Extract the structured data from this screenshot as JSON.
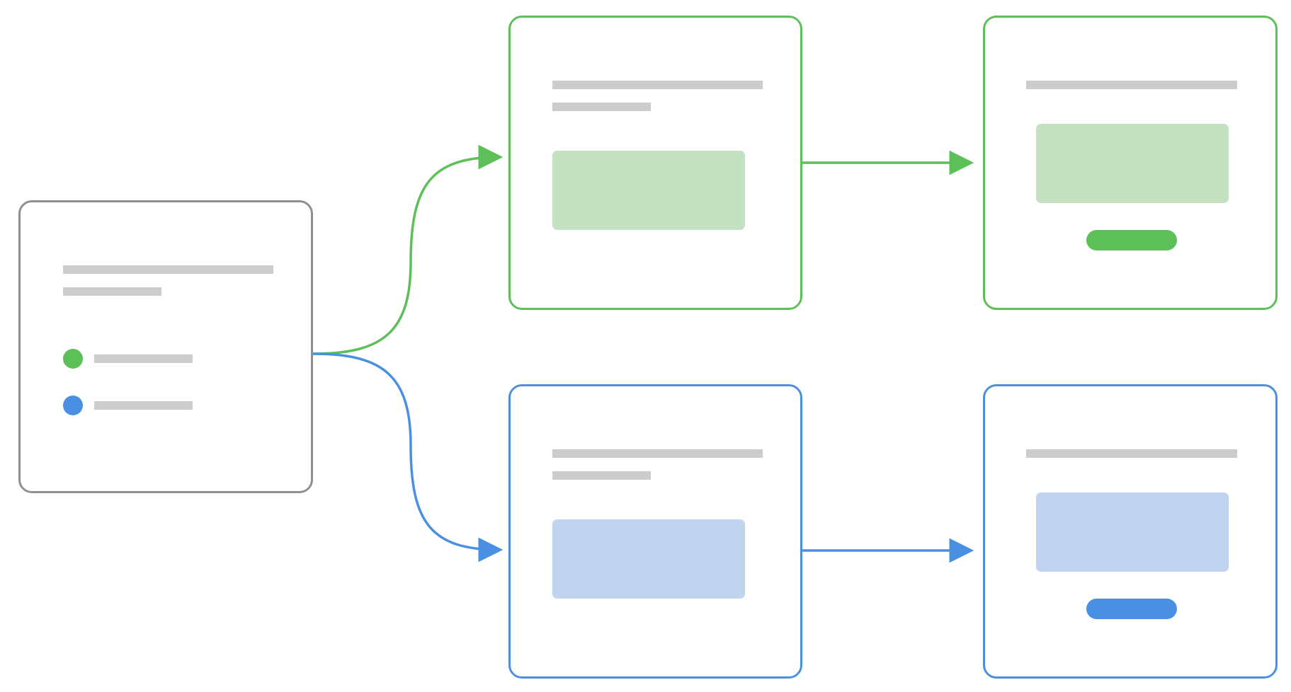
{
  "colors": {
    "neutral_border": "#8f8f8f",
    "green_border": "#5cbf58",
    "blue_border": "#4a90e2",
    "placeholder_line": "#cccccc",
    "green_block": "#c4e2c2",
    "blue_block": "#c0d4ef",
    "green_button": "#5cbf58",
    "blue_button": "#4a90e2",
    "green_arrow": "#5cbf58",
    "blue_arrow": "#4a90e2"
  },
  "cards": {
    "source": {
      "icon": "wireframe-card",
      "options": [
        {
          "icon": "green-dot-icon",
          "color": "green"
        },
        {
          "icon": "blue-dot-icon",
          "color": "blue"
        }
      ]
    },
    "green_step_1": {
      "icon": "wireframe-card"
    },
    "green_step_2": {
      "icon": "wireframe-card"
    },
    "blue_step_1": {
      "icon": "wireframe-card"
    },
    "blue_step_2": {
      "icon": "wireframe-card"
    }
  },
  "connectors": [
    {
      "from": "source",
      "to": "green_step_1",
      "color": "green",
      "style": "curved-arrow"
    },
    {
      "from": "source",
      "to": "blue_step_1",
      "color": "blue",
      "style": "curved-arrow"
    },
    {
      "from": "green_step_1",
      "to": "green_step_2",
      "color": "green",
      "style": "straight-arrow"
    },
    {
      "from": "blue_step_1",
      "to": "blue_step_2",
      "color": "blue",
      "style": "straight-arrow"
    }
  ]
}
